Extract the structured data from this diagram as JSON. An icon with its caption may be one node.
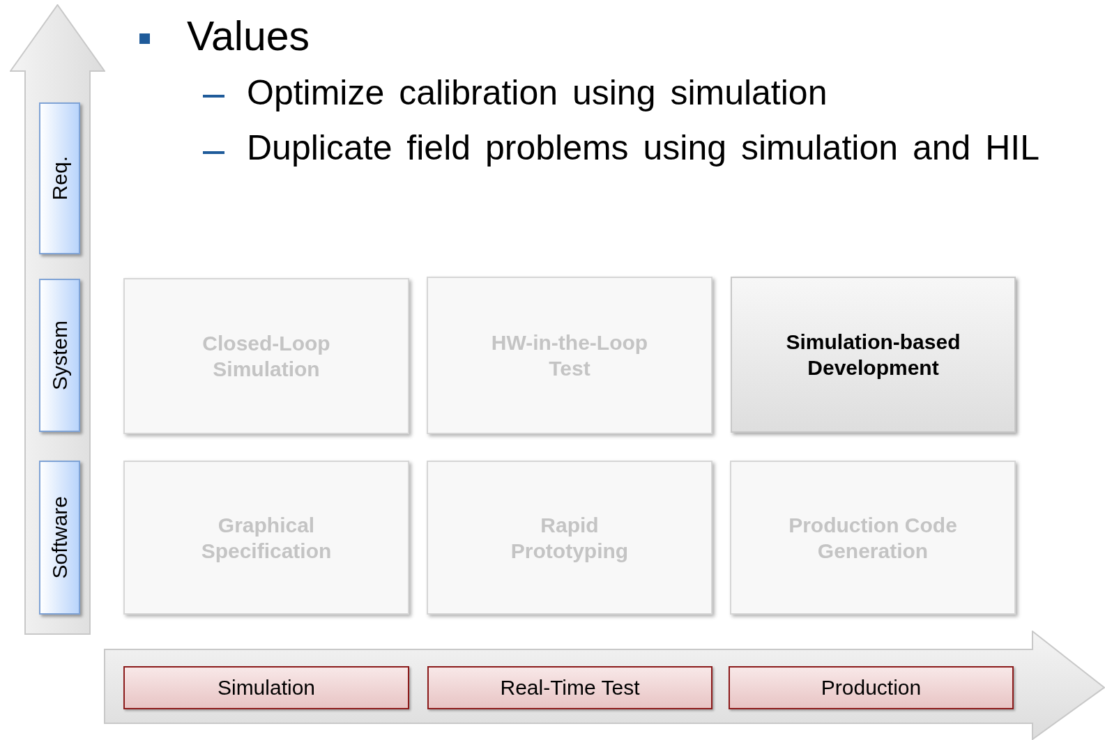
{
  "diagram": {
    "nodes": [
      {
        "text": [],
        "shape": "arrow"
      },
      {
        "text": [
          "Req."
        ],
        "in": 0
      },
      {
        "text": [
          "System"
        ],
        "in": 0
      },
      {
        "text": [
          "Closed-Loop Simulation"
        ]
      },
      {
        "text": [
          "HW-in-the-Loop Test"
        ]
      },
      {
        "text": [
          "Simulation-based Development"
        ]
      },
      {
        "text": [
          "Software"
        ],
        "in": 0
      },
      {
        "text": [
          "Graphical Specification"
        ]
      },
      {
        "text": [
          "Rapid Prototyping"
        ]
      },
      {
        "text": [
          "Production Code Generation"
        ]
      },
      {
        "text": [],
        "shape": "arrow"
      },
      {
        "text": [
          "Simulation"
        ],
        "in": 10
      },
      {
        "text": [
          "Real-Time Test"
        ],
        "in": 10
      },
      {
        "text": [
          "Production"
        ],
        "in": 10
      }
    ],
    "edges": [],
    "labels": [
      "Values",
      "Optimize calibration using simulation",
      "Duplicate field problems using simulation and HIL"
    ]
  }
}
